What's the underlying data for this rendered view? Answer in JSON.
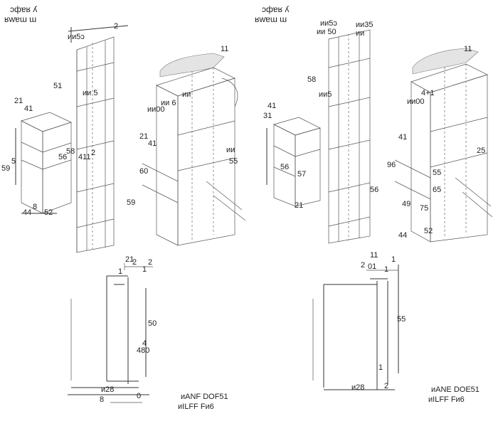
{
  "left_panel": {
    "title_lines": [
      "ɔфɐʁ ʎ",
      "ʁwɐɯ ɯ"
    ],
    "labels": [
      "ᴎᴎ5ɔ",
      "ᴎᴎ 5",
      "21",
      "41",
      "51",
      "58",
      "5",
      "59",
      "8",
      "44",
      "52",
      "56",
      "411",
      "2",
      "ᴎᴎ",
      "ᴎᴎ 6",
      "ᴎᴎ00",
      "21",
      "41",
      "60",
      "59",
      "ᴎᴎ",
      "55",
      "11",
      "2",
      "2",
      "1"
    ],
    "bottom_dims": [
      "21",
      "1",
      "2",
      "50",
      "4",
      "480",
      "ᴎ28",
      "8",
      "0"
    ],
    "model_lines": [
      "ᴎANF DOF51",
      "ᴎILFF Fᴎ6"
    ]
  },
  "right_panel": {
    "title_lines": [
      "ɔфɐʁ ʎ",
      "ʁwɐɯ ɯ"
    ],
    "labels": [
      "ᴎᴎ5ɔ",
      "ᴎᴎ35",
      "ᴎᴎ 50",
      "ᴎᴎ",
      "58",
      "ᴎᴎ5",
      "41",
      "31",
      "56",
      "57",
      "21",
      "ᴎᴎ00",
      "4+1",
      "11",
      "41",
      "25",
      "96",
      "55",
      "65",
      "75",
      "52",
      "44",
      "49",
      "56",
      "11"
    ],
    "bottom_dims": [
      "2",
      "01",
      "1",
      "1",
      "55",
      "ᴎ28",
      "2",
      "1"
    ],
    "model_lines": [
      "ᴎANE DOE51",
      "ᴎILFF Fᴎ6"
    ]
  }
}
